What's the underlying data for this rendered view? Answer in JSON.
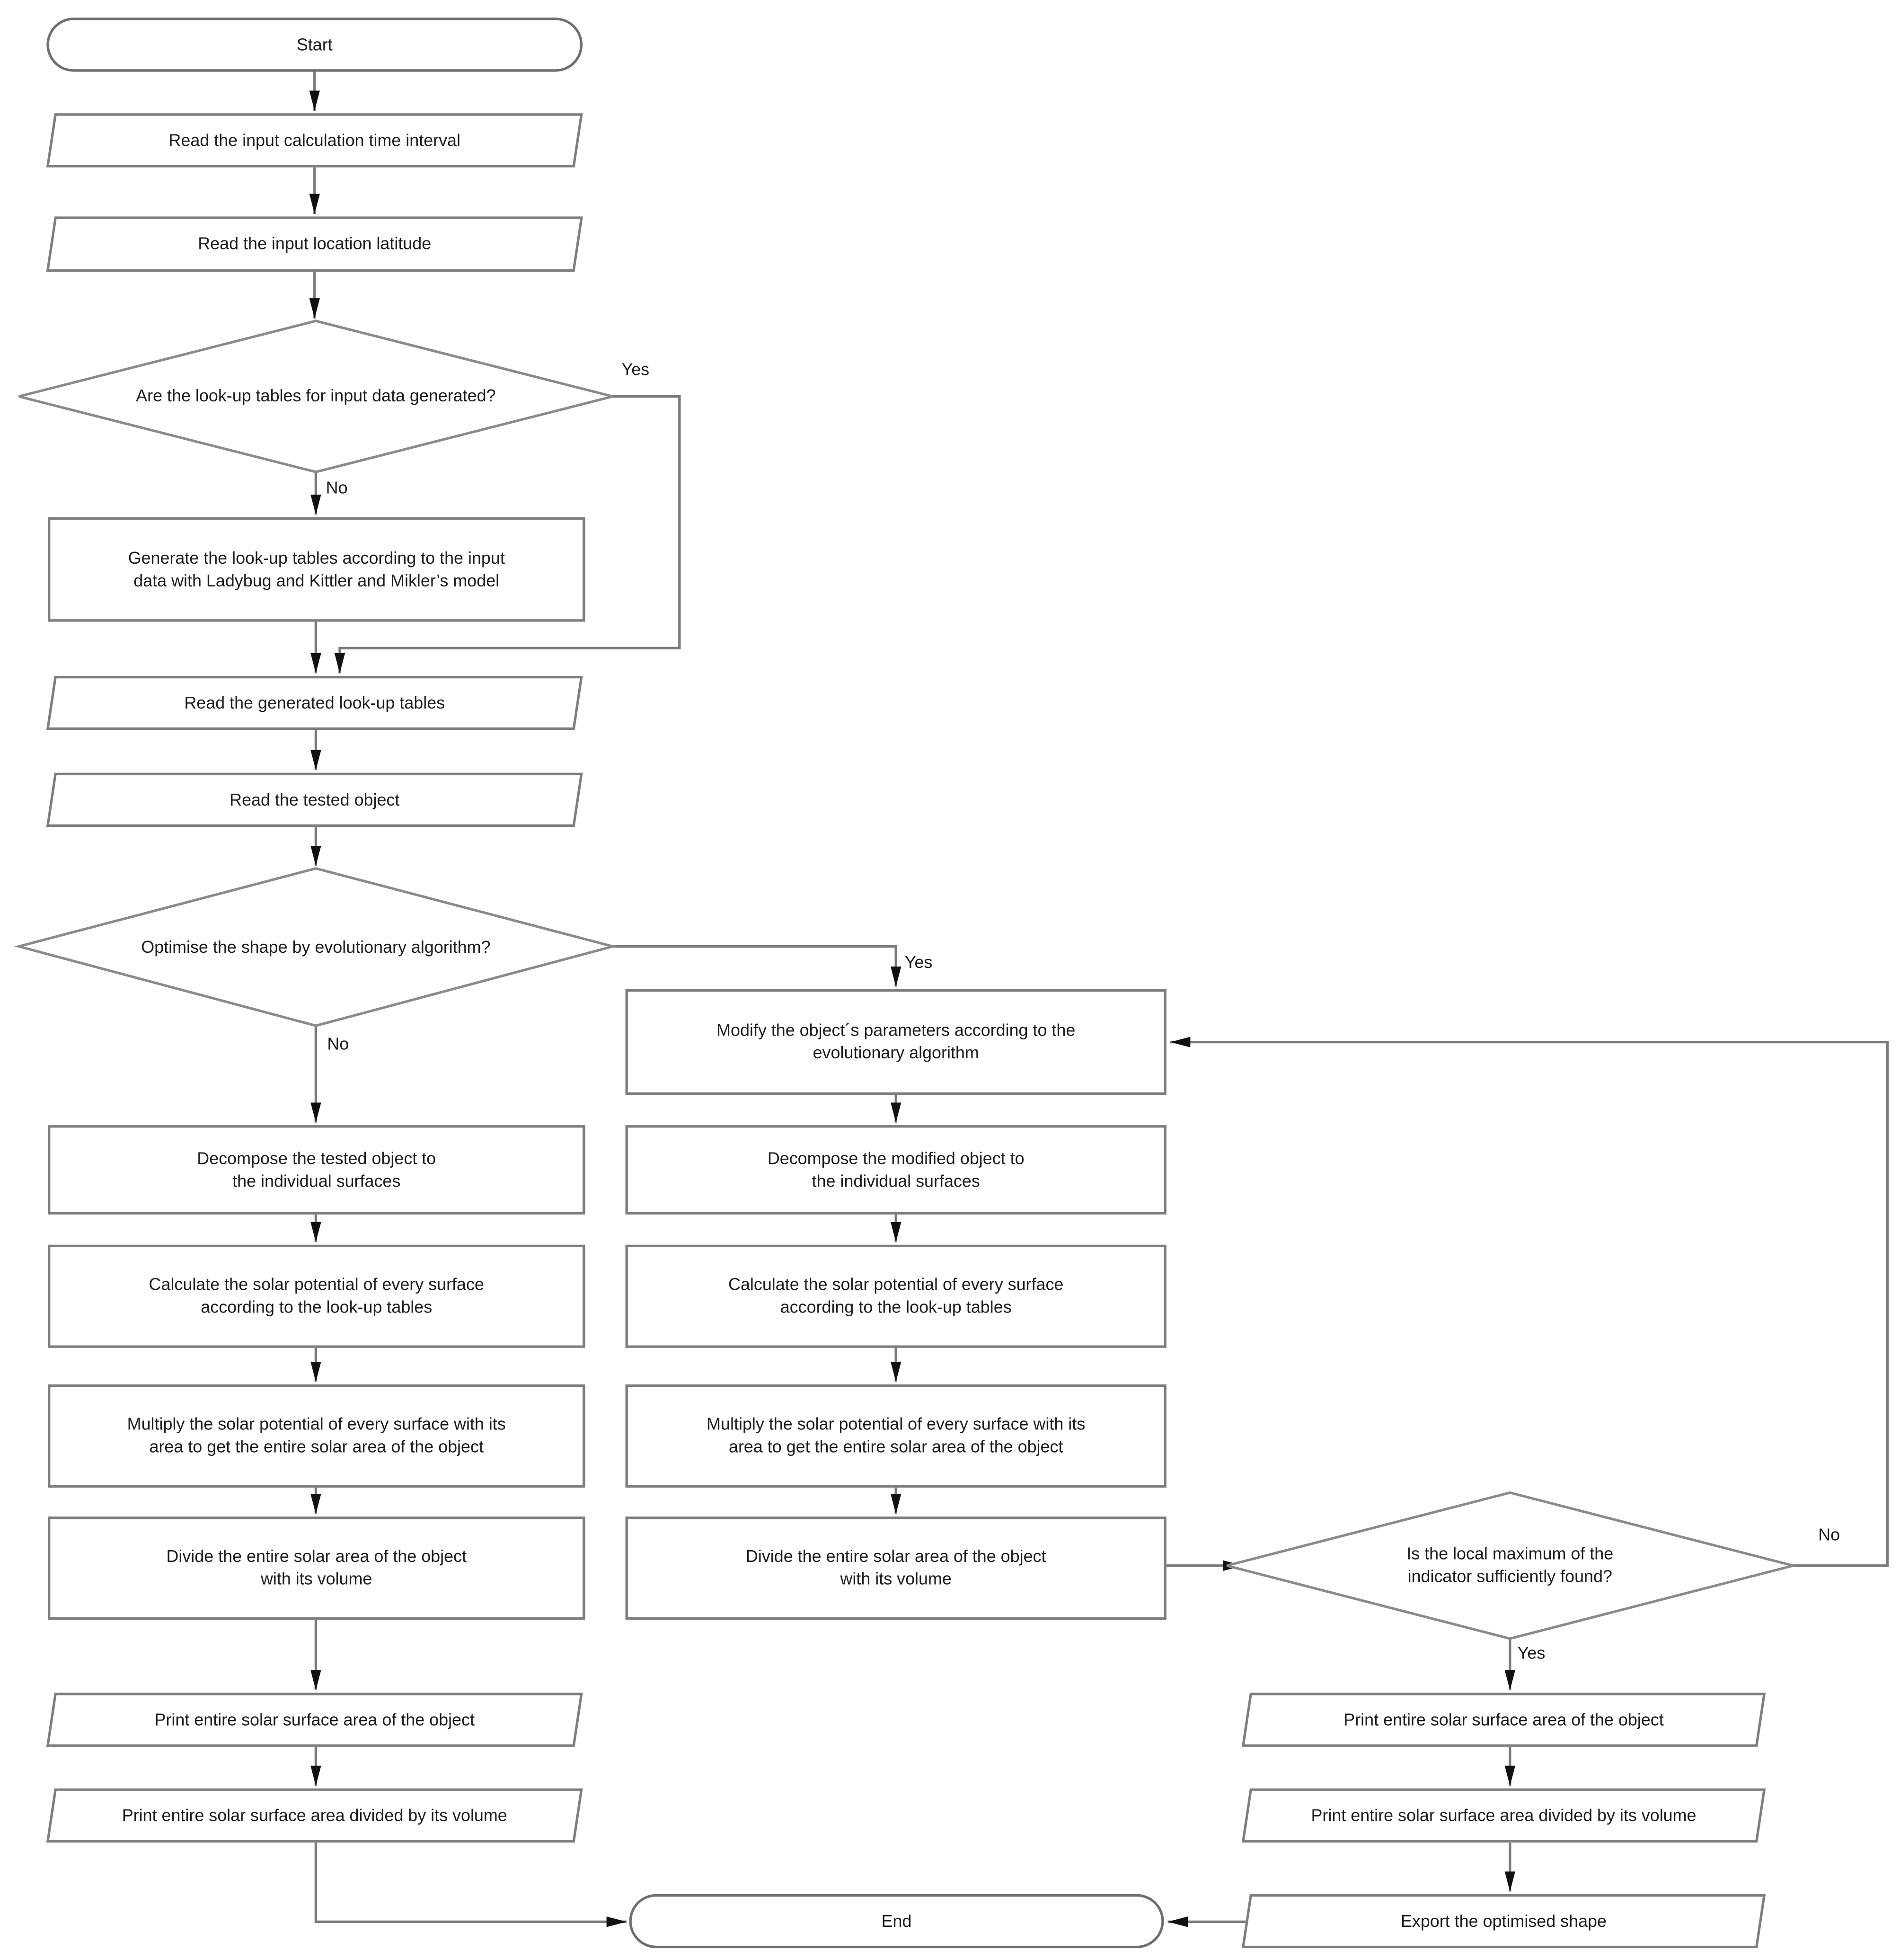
{
  "diagram": {
    "type": "flowchart",
    "nodes": {
      "start": "Start",
      "read_time_interval": "Read the input calculation time interval",
      "read_location_latitude": "Read the input location latitude",
      "lookup_tables_generated_q": "Are the look-up tables for input data generated?",
      "generate_lookup_tables": "Generate the look-up tables according to the input\ndata with Ladybug and Kittler and Mikler’s model",
      "read_generated_lookup_tables": "Read the generated look-up tables",
      "read_tested_object": "Read the tested object",
      "optimise_shape_q": "Optimise the shape by evolutionary algorithm?",
      "modify_parameters": "Modify the object´s parameters according to the\nevolutionary algorithm",
      "decompose_tested_object": "Decompose the tested object to\nthe individual surfaces",
      "calculate_solar_potential_left": "Calculate the solar potential of every surface\naccording to the look-up tables",
      "multiply_solar_potential_left": "Multiply the solar potential of every surface with its\narea to get the entire solar area of the object",
      "divide_solar_area_left": "Divide the entire solar area of the object\nwith its volume",
      "decompose_modified_object": "Decompose the modified object to\nthe individual surfaces",
      "calculate_solar_potential_right": "Calculate the solar potential of every surface\naccording to the look-up tables",
      "multiply_solar_potential_right": "Multiply the solar potential of every surface with its\narea to get the entire solar area of the object",
      "divide_solar_area_right": "Divide the entire solar area of the object\nwith its volume",
      "local_maximum_q": "Is the local maximum of the\nindicator sufficiently found?",
      "print_solar_area_left": "Print entire solar surface area of the object",
      "print_solar_ratio_left": "Print entire solar surface area divided by its volume",
      "print_solar_area_right": "Print entire solar surface area of the object",
      "print_solar_ratio_right": "Print entire solar surface area divided by its volume",
      "export_optimised_shape": "Export the optimised shape",
      "end": "End"
    },
    "edge_labels": {
      "tables_generated_yes": "Yes",
      "tables_generated_no": "No",
      "optimise_yes": "Yes",
      "optimise_no": "No",
      "local_maximum_yes": "Yes",
      "local_maximum_no": "No"
    },
    "colors": {
      "background": "#ffffff",
      "shape_border": "#7e7e7e",
      "connector": "#7a7a7a",
      "arrowhead": "#111111",
      "text": "#1c1c1c"
    }
  }
}
